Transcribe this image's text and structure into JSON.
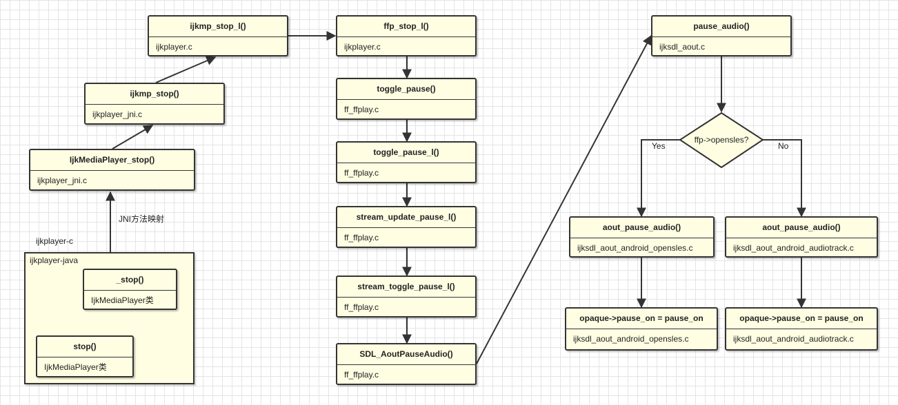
{
  "nodes": {
    "ijkmp_stop_l": {
      "title": "ijkmp_stop_l()",
      "file": "ijkplayer.c"
    },
    "ijkmp_stop": {
      "title": "ijkmp_stop()",
      "file": "ijkplayer_jni.c"
    },
    "ijkmediaplayer_stop": {
      "title": "IjkMediaPlayer_stop()",
      "file": "ijkplayer_jni.c"
    },
    "java_private_stop": {
      "title": "_stop()",
      "file": "IjkMediaPlayer类"
    },
    "java_stop": {
      "title": "stop()",
      "file": "IjkMediaPlayer类"
    },
    "ffp_stop_l": {
      "title": "ffp_stop_l()",
      "file": "ijkplayer.c"
    },
    "toggle_pause": {
      "title": "toggle_pause()",
      "file": "ff_ffplay.c"
    },
    "toggle_pause_l": {
      "title": "toggle_pause_l()",
      "file": "ff_ffplay.c"
    },
    "stream_update_pause_l": {
      "title": "stream_update_pause_l()",
      "file": "ff_ffplay.c"
    },
    "stream_toggle_pause_l": {
      "title": "stream_toggle_pause_l()",
      "file": "ff_ffplay.c"
    },
    "sdl_aout_pause_audio": {
      "title": "SDL_AoutPauseAudio()",
      "file": "ff_ffplay.c"
    },
    "pause_audio": {
      "title": "pause_audio()",
      "file": "ijksdl_aout.c"
    },
    "aout_pause_audio_opensles": {
      "title": "aout_pause_audio()",
      "file": "ijksdl_aout_android_opensles.c"
    },
    "aout_pause_audio_audiotrack": {
      "title": "aout_pause_audio()",
      "file": "ijksdl_aout_android_audiotrack.c"
    },
    "opaque_opensles": {
      "title": "opaque->pause_on = pause_on",
      "file": "ijksdl_aout_android_opensles.c"
    },
    "opaque_audiotrack": {
      "title": "opaque->pause_on = pause_on",
      "file": "ijksdl_aout_android_audiotrack.c"
    }
  },
  "decision": {
    "text": "ffp->opensles?",
    "yes": "Yes",
    "no": "No"
  },
  "labels": {
    "jni_mapping": "JNI方法映射",
    "ijkplayer_c": "ijkplayer-c",
    "ijkplayer_java": "ijkplayer-java"
  }
}
